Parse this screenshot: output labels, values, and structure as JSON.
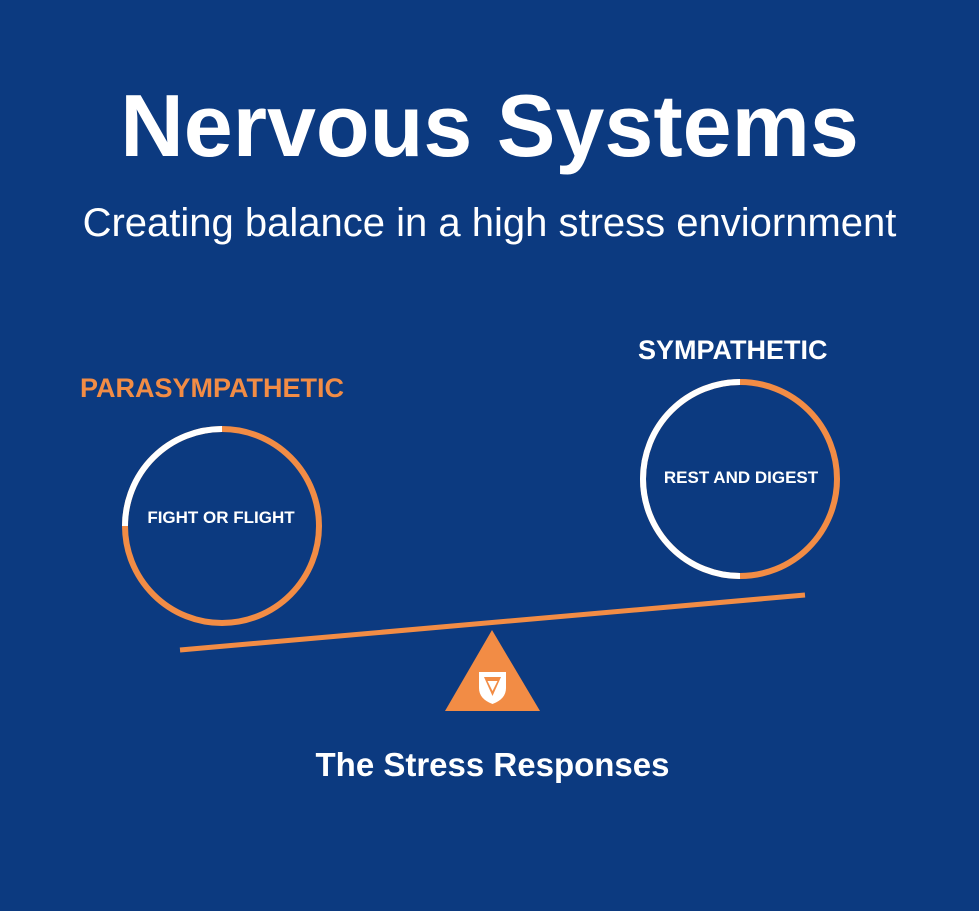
{
  "header": {
    "title": "Nervous Systems",
    "subtitle": "Creating balance in a high stress enviornment"
  },
  "left_side": {
    "label": "PARASYMPATHETIC",
    "ring_text": "FIGHT OR FLIGHT"
  },
  "right_side": {
    "label": "SYMPATHETIC",
    "ring_text": "REST AND DIGEST"
  },
  "footer": {
    "caption": "The Stress Responses"
  },
  "colors": {
    "background": "#0c3a80",
    "accent": "#f28c45",
    "text": "#ffffff"
  },
  "icons": {
    "fulcrum": "triangle-fulcrum-icon",
    "logo": "shield-logo-icon"
  }
}
